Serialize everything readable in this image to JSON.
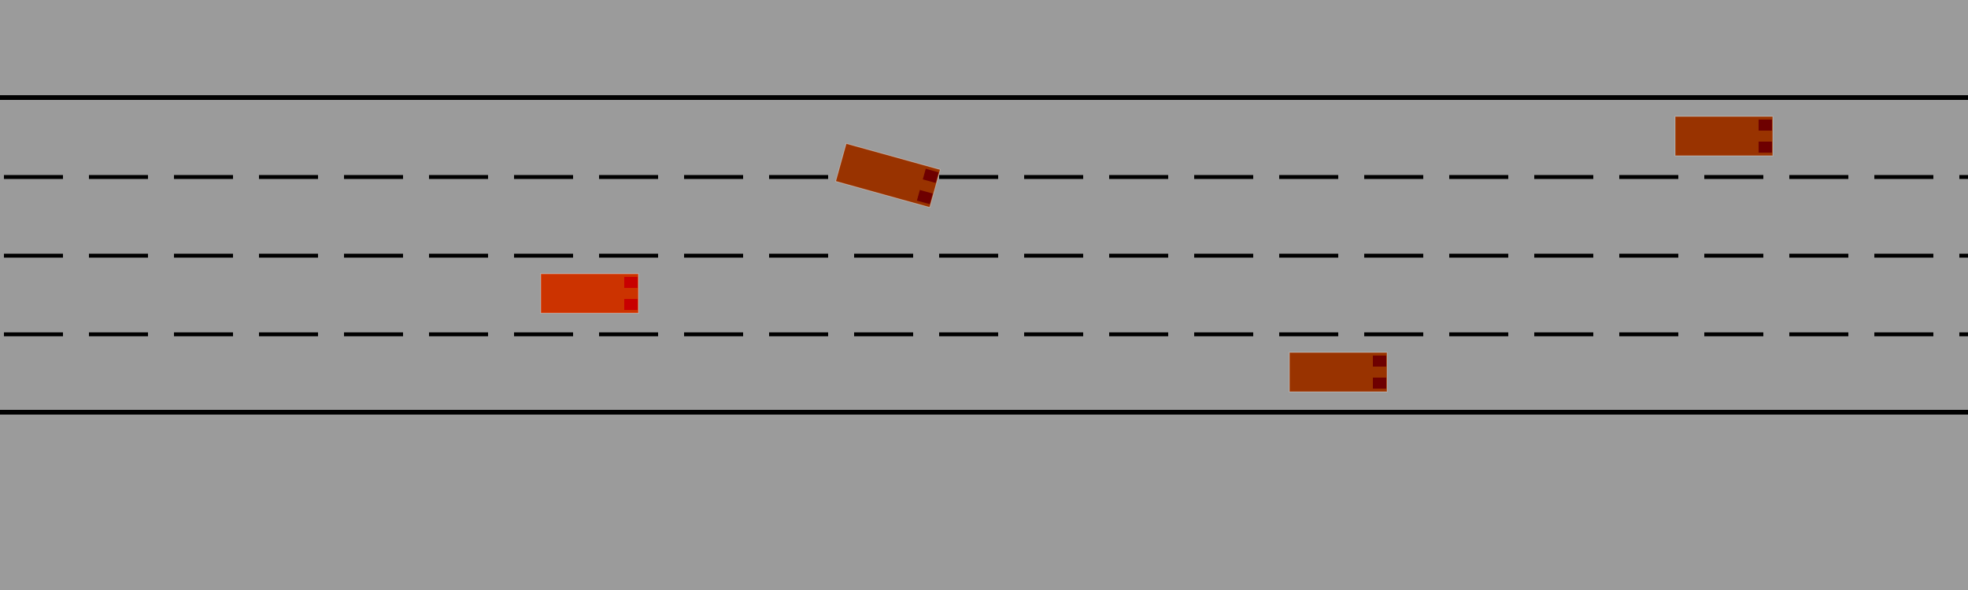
{
  "scene": {
    "type": "highway-lane-simulation",
    "background_color": "#9b9b9b",
    "road_edge_color": "#000000",
    "lane_marking_color": "#000000",
    "lane_count": 4,
    "ego_vehicle": {
      "color": "#cc3300",
      "light_color": "#c80000",
      "lane": 3
    },
    "other_vehicles": [
      {
        "color": "#993300",
        "light_color": "#6e0000",
        "lane": 1,
        "changing_lanes": true
      },
      {
        "color": "#993300",
        "light_color": "#6e0000",
        "lane": 1,
        "changing_lanes": false
      },
      {
        "color": "#993300",
        "light_color": "#6e0000",
        "lane": 4,
        "changing_lanes": false
      }
    ]
  }
}
